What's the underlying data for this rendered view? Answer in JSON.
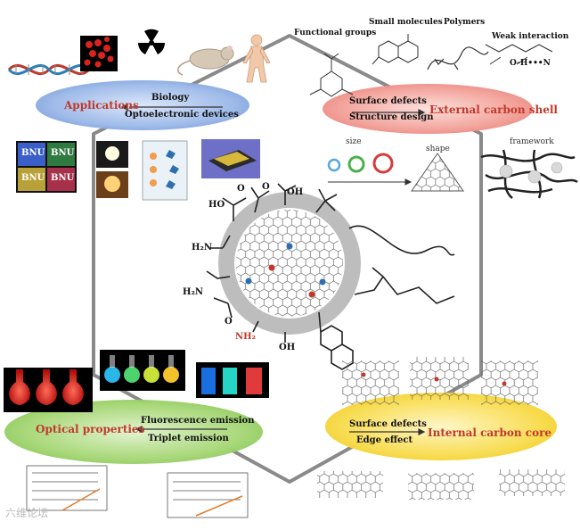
{
  "applications": {
    "title": "Applications",
    "items": [
      "Biology",
      "Optoelectronic devices"
    ],
    "device_labels": [
      "BNU",
      "BNU",
      "BNU",
      "BNU"
    ]
  },
  "external_shell": {
    "title": "External carbon shell",
    "items": [
      "Surface defects",
      "Structure design"
    ],
    "top_labels": [
      "Functional groups",
      "Small molecules",
      "Polymers",
      "Weak interaction"
    ],
    "bond_label": "O-H•••N",
    "sub_labels": {
      "size": "size",
      "shape": "shape",
      "framework": "framework"
    }
  },
  "optical": {
    "title": "Optical properties",
    "items": [
      "Fluorescence emission",
      "Triplet emission"
    ]
  },
  "internal_core": {
    "title": "Internal carbon core",
    "items": [
      "Surface defects",
      "Edge effect"
    ]
  },
  "molecule_labels": {
    "ho_top": "HO",
    "o_top1": "O",
    "o_top2": "O",
    "oh_top": "OH",
    "h2n_left": "H₂N",
    "h2n_left2": "H₂N",
    "o_left": "O",
    "nh2_bottom": "NH₂",
    "oh_bottom": "OH"
  },
  "watermark": "六维论坛",
  "colors": {
    "app_ellipse": "#6f95d6",
    "shell_ellipse": "#e77a72",
    "optical_ellipse": "#7fc24a",
    "core_ellipse": "#f2cc1e",
    "title_red": "#c0392b",
    "hex_line": "#666666"
  }
}
